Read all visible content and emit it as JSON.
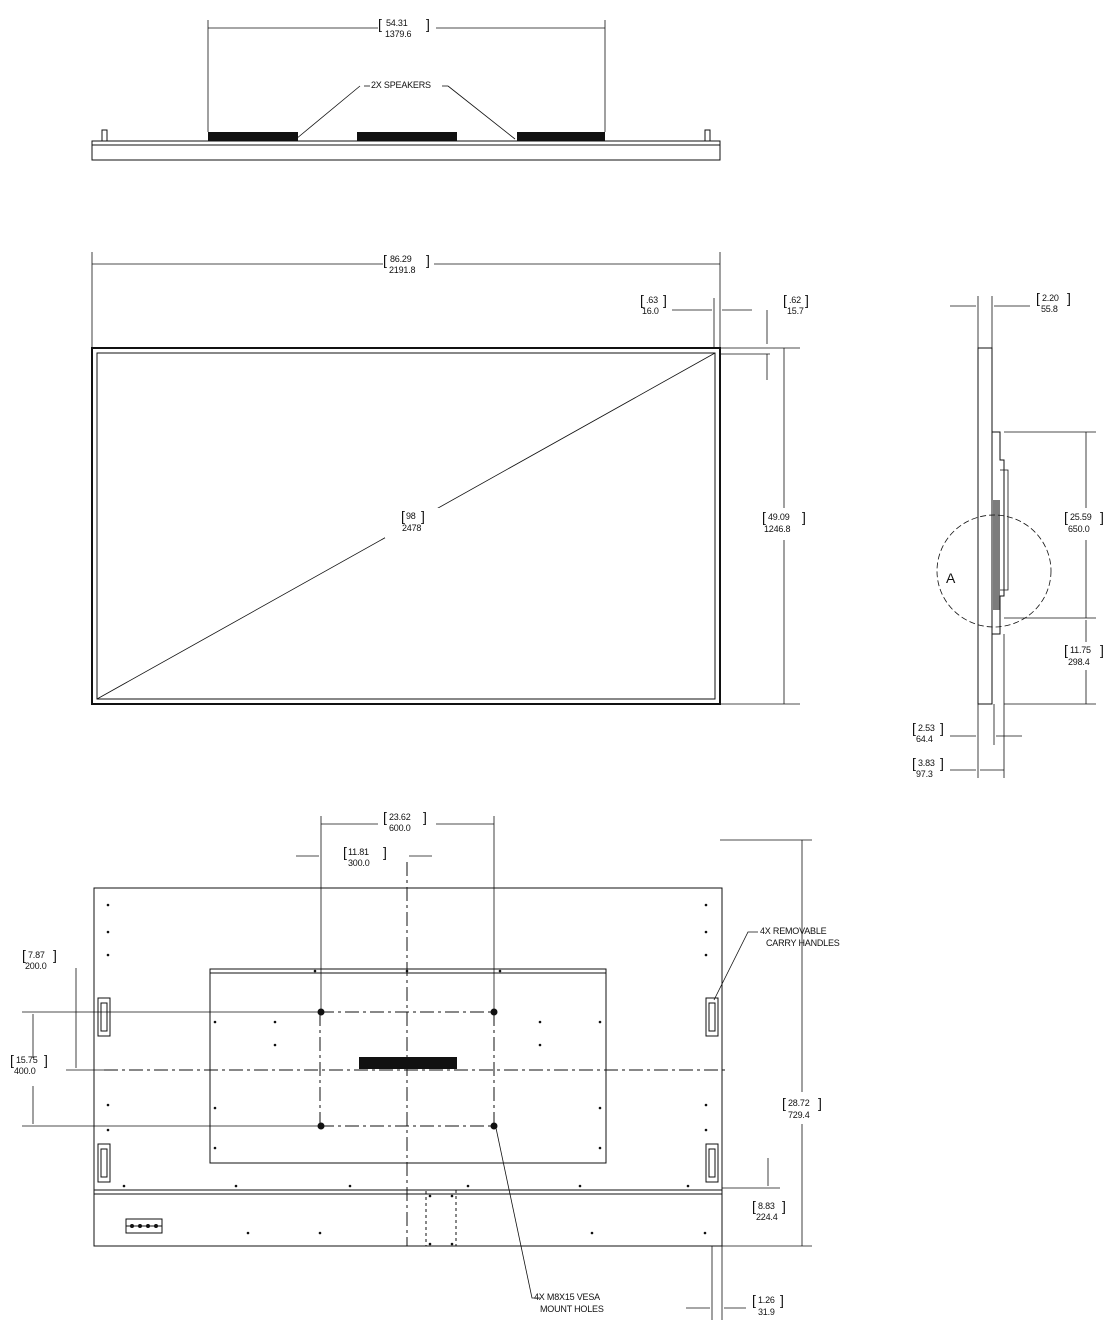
{
  "top_view": {
    "speaker_span": {
      "in": "54.31",
      "mm": "1379.6"
    },
    "speakers_label": "2X SPEAKERS"
  },
  "front_view": {
    "width": {
      "in": "86.29",
      "mm": "2191.8"
    },
    "bezel_top": {
      "in": ".63",
      "mm": "16.0"
    },
    "bezel_side": {
      "in": ".62",
      "mm": "15.7"
    },
    "diagonal": {
      "in": "98",
      "mm": "2478"
    },
    "height": {
      "in": "49.09",
      "mm": "1246.8"
    }
  },
  "side_view": {
    "thickness": {
      "in": "2.20",
      "mm": "55.8"
    },
    "mount_span": {
      "in": "25.59",
      "mm": "650.0"
    },
    "mount_bottom": {
      "in": "11.75",
      "mm": "298.4"
    },
    "depth_panel": {
      "in": "2.53",
      "mm": "64.4"
    },
    "depth_total": {
      "in": "3.83",
      "mm": "97.3"
    },
    "detail_label": "A"
  },
  "rear_view": {
    "vesa_width": {
      "in": "23.62",
      "mm": "600.0"
    },
    "vesa_half": {
      "in": "11.81",
      "mm": "300.0"
    },
    "handle_offset": {
      "in": "7.87",
      "mm": "200.0"
    },
    "vesa_height": {
      "in": "15.75",
      "mm": "400.0"
    },
    "handles_label_1": "4X REMOVABLE",
    "handles_label_2": "CARRY HANDLES",
    "mount_from_bottom": {
      "in": "28.72",
      "mm": "729.4"
    },
    "lower_section": {
      "in": "8.83",
      "mm": "224.4"
    },
    "bottom_offset": {
      "in": "1.26",
      "mm": "31.9"
    },
    "holes_label_1": "4X M8X15 VESA",
    "holes_label_2": "MOUNT HOLES"
  }
}
